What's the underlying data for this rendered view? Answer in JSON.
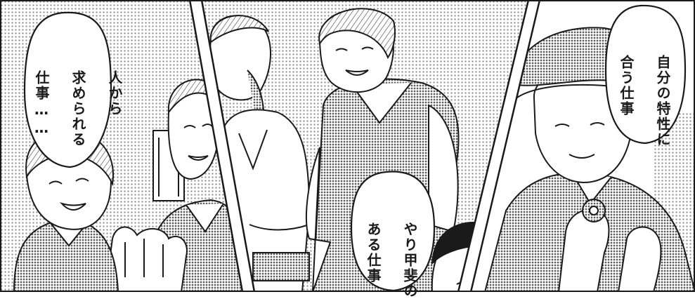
{
  "panels": [
    {
      "scene": "smiling woman and older man (care work)",
      "bubble": {
        "lines": [
          "人から",
          "求められる",
          "仕事……"
        ]
      }
    },
    {
      "scene": "young man in sweater vest with colleague",
      "bubble": {
        "lines": [
          "やり甲斐の",
          "ある仕事"
        ]
      }
    },
    {
      "scene": "man in work cap and uniform inspecting a part",
      "bubble": {
        "lines": [
          "自分の特性に",
          "合う仕事"
        ]
      }
    }
  ],
  "colors": {
    "ink": "#1a1a1a",
    "tone": "#b8b8b8",
    "paper": "#ffffff"
  }
}
